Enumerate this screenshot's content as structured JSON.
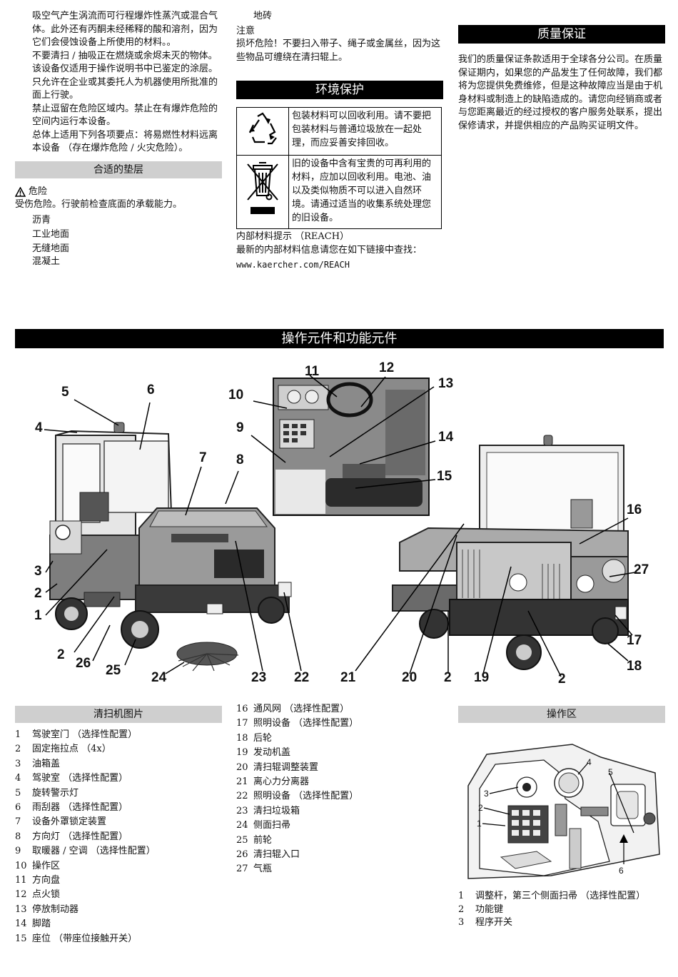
{
  "col1": {
    "paras": [
      "吸空气产生涡流而可行程爆炸性蒸汽或混合气体。此外还有丙酮未经稀释的酸和溶剂，因为它们会侵蚀设备上所使用的材料。。",
      "不要清扫 / 抽吸正在燃烧或余烬未灭的物体。",
      "该设备仅适用于操作说明书中已鉴定的涂层。",
      "只允许在企业或其委托人为机器使用所批准的面上行驶。",
      "禁止逗留在危险区域内。禁止在有爆炸危险的空间内运行本设备。",
      "总体上适用下列各项要点：将易燃性材料远离本设备 （存在爆炸危险 / 火灾危险）。"
    ],
    "surface_header": "合适的垫层",
    "danger_label": "危险",
    "danger_text": "受伤危险。行驶前检查底面的承载能力。",
    "surfaces": [
      "沥青",
      "工业地面",
      "无缝地面",
      "混凝土"
    ]
  },
  "col2": {
    "surface_tile": "地砖",
    "note_label": "注意",
    "note_text": "损坏危险！不要扫入带子、绳子或金属丝，因为这些物品可缠绕在清扫辊上。",
    "env_header": "环境保护",
    "env_rows": [
      {
        "icon": "recycle-icon",
        "text": "包装材料可以回收利用。请不要把包装材料与普通垃圾放在一起处理，而应妥善安排回收。"
      },
      {
        "icon": "crossed-bin-icon",
        "text": "旧的设备中含有宝贵的可再利用的材料，应加以回收利用。电池、油以及类似物质不可以进入自然环境。请通过适当的收集系统处理您的旧设备。"
      }
    ],
    "reach_title": "内部材料提示 （REACH）",
    "reach_text": "最新的内部材料信息请您在如下链接中查找：",
    "reach_url": "www.kaercher.com/REACH"
  },
  "col3": {
    "warranty_header": "质量保证",
    "warranty_text": "我们的质量保证条款适用于全球各分公司。在质量保证期内，如果您的产品发生了任何故障，我们都将为您提供免费维修，但是这种故障应当是由于机身材料或制造上的缺陷造成的。请您向经销商或者与您距离最近的经过授权的客户服务处联系，提出保修请求，并提供相应的产品购买证明文件。"
  },
  "section_header": "操作元件和功能元件",
  "callouts_left": [
    "1",
    "2",
    "2",
    "3",
    "4",
    "5",
    "6",
    "7",
    "8",
    "9",
    "10",
    "11",
    "12",
    "13",
    "14",
    "15",
    "22",
    "23",
    "24",
    "25",
    "26"
  ],
  "callouts_right": [
    "2",
    "2",
    "16",
    "17",
    "18",
    "19",
    "20",
    "21",
    "27"
  ],
  "label_numbers": {
    "n1": "1",
    "n2a": "2",
    "n2b": "2",
    "n3": "3",
    "n4": "4",
    "n5": "5",
    "n6": "6",
    "n7": "7",
    "n8": "8",
    "n9": "9",
    "n10": "10",
    "n11": "11",
    "n12": "12",
    "n13": "13",
    "n14": "14",
    "n15": "15",
    "n16": "16",
    "n17": "17",
    "n18": "18",
    "n19": "19",
    "n20": "20",
    "n21": "21",
    "n22": "22",
    "n23": "23",
    "n24": "24",
    "n25": "25",
    "n26": "26",
    "n27": "27",
    "n2c": "2",
    "n2d": "2"
  },
  "parts_header": "清扫机图片",
  "parts_list_a": [
    {
      "n": "1",
      "t": "驾驶室门 （选择性配置）"
    },
    {
      "n": "2",
      "t": "固定拖拉点 （4x）"
    },
    {
      "n": "3",
      "t": "油箱盖"
    },
    {
      "n": "4",
      "t": "驾驶室 （选择性配置）"
    },
    {
      "n": "5",
      "t": "旋转警示灯"
    },
    {
      "n": "6",
      "t": "雨刮器 （选择性配置）"
    },
    {
      "n": "7",
      "t": "设备外罩锁定装置"
    },
    {
      "n": "8",
      "t": "方向灯 （选择性配置）"
    },
    {
      "n": "9",
      "t": "取暖器 / 空调 （选择性配置）"
    },
    {
      "n": "10",
      "t": "操作区"
    },
    {
      "n": "11",
      "t": "方向盘"
    },
    {
      "n": "12",
      "t": "点火锁"
    },
    {
      "n": "13",
      "t": "停放制动器"
    },
    {
      "n": "14",
      "t": "脚踏"
    },
    {
      "n": "15",
      "t": "座位 （带座位接触开关）"
    }
  ],
  "parts_list_b": [
    {
      "n": "16",
      "t": "通风网 （选择性配置）"
    },
    {
      "n": "17",
      "t": "照明设备 （选择性配置）"
    },
    {
      "n": "18",
      "t": "后轮"
    },
    {
      "n": "19",
      "t": "发动机盖"
    },
    {
      "n": "20",
      "t": "清扫辊调整装置"
    },
    {
      "n": "21",
      "t": "离心力分离器"
    },
    {
      "n": "22",
      "t": "照明设备 （选择性配置）"
    },
    {
      "n": "23",
      "t": "清扫垃圾箱"
    },
    {
      "n": "24",
      "t": "侧面扫帚"
    },
    {
      "n": "25",
      "t": "前轮"
    },
    {
      "n": "26",
      "t": "清扫辊入口"
    },
    {
      "n": "27",
      "t": "气瓶"
    }
  ],
  "control_header": "操作区",
  "control_labels": {
    "c1": "1",
    "c2": "2",
    "c3": "3",
    "c4": "4",
    "c5": "5",
    "c6": "6"
  },
  "control_list": [
    {
      "n": "1",
      "t": "调整杆，第三个侧面扫帚 （选择性配置）"
    },
    {
      "n": "2",
      "t": "功能键"
    },
    {
      "n": "3",
      "t": "程序开关"
    }
  ]
}
